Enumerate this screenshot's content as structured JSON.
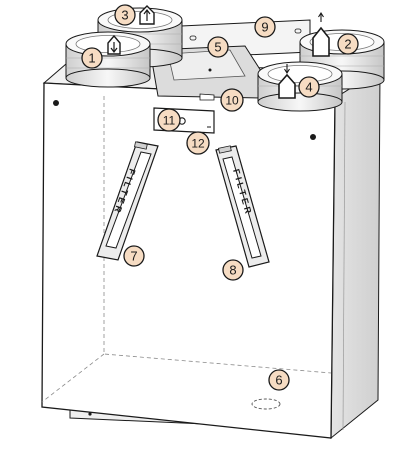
{
  "colors": {
    "callout_fill": "#f6dcc3",
    "outline": "#1a1a1a",
    "shade": "#dedede",
    "light": "#f6f6f6"
  },
  "callouts": [
    {
      "id": "1",
      "label": "1"
    },
    {
      "id": "2",
      "label": "2"
    },
    {
      "id": "3",
      "label": "3"
    },
    {
      "id": "4",
      "label": "4"
    },
    {
      "id": "5",
      "label": "5"
    },
    {
      "id": "6",
      "label": "6"
    },
    {
      "id": "7",
      "label": "7"
    },
    {
      "id": "8",
      "label": "8"
    },
    {
      "id": "9",
      "label": "9"
    },
    {
      "id": "10",
      "label": "10"
    },
    {
      "id": "11",
      "label": "11"
    },
    {
      "id": "12",
      "label": "12"
    }
  ],
  "filter_left_text": "FILTER",
  "filter_right_text": "FILTER"
}
